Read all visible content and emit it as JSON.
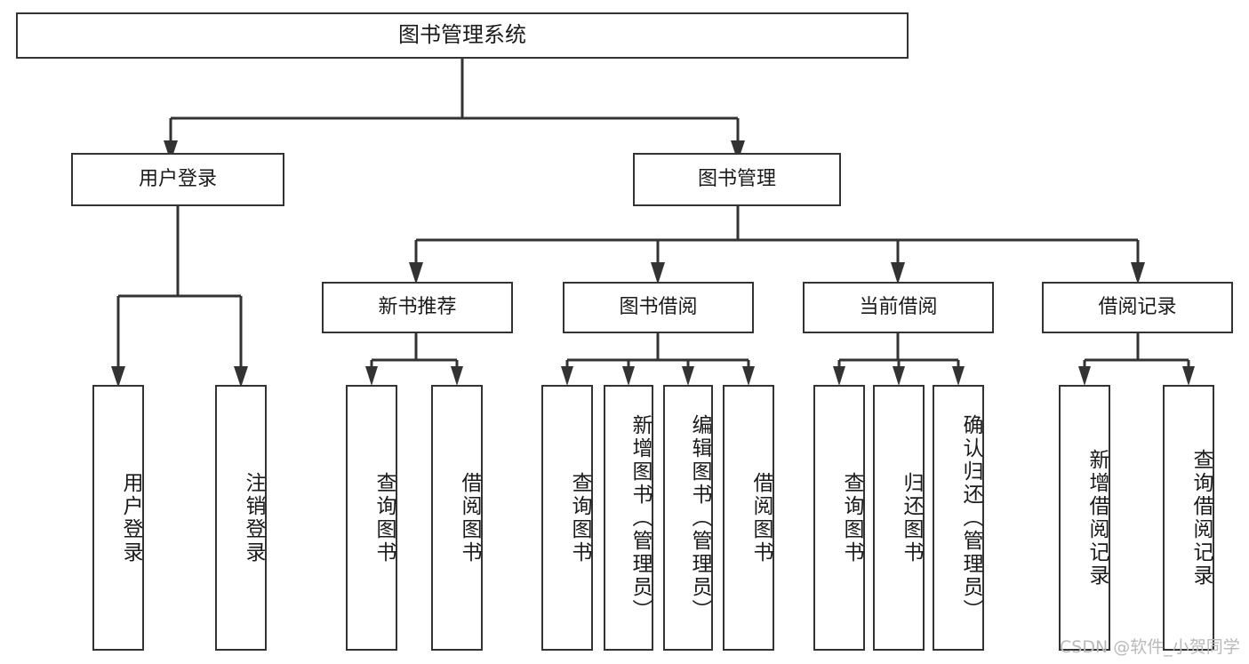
{
  "diagram": {
    "type": "hierarchy-tree",
    "title": "图书管理系统",
    "watermark": "CSDN @软件_小贺同学",
    "colors": {
      "background": "#ffffff",
      "stroke": "#333333",
      "text": "#1a1a1a",
      "watermark": "#b9b9b9"
    },
    "nodes": {
      "root": {
        "label": "图书管理系统"
      },
      "level2": [
        {
          "label": "用户登录"
        },
        {
          "label": "图书管理"
        }
      ],
      "level3": [
        {
          "label": "新书推荐"
        },
        {
          "label": "图书借阅"
        },
        {
          "label": "当前借阅"
        },
        {
          "label": "借阅记录"
        }
      ],
      "leaves": {
        "user_login": [
          {
            "label": "用户登录"
          },
          {
            "label": "注销登录"
          }
        ],
        "new_book": [
          {
            "label": "查询图书"
          },
          {
            "label": "借阅图书"
          }
        ],
        "book_borrow": [
          {
            "label": "查询图书"
          },
          {
            "label": "新增图书（管理员）"
          },
          {
            "label": "编辑图书（管理员）"
          },
          {
            "label": "借阅图书"
          }
        ],
        "current_borrow": [
          {
            "label": "查询图书"
          },
          {
            "label": "归还图书"
          },
          {
            "label": "确认归还（管理员）"
          }
        ],
        "borrow_record": [
          {
            "label": "新增借阅记录"
          },
          {
            "label": "查询借阅记录"
          }
        ]
      }
    }
  }
}
